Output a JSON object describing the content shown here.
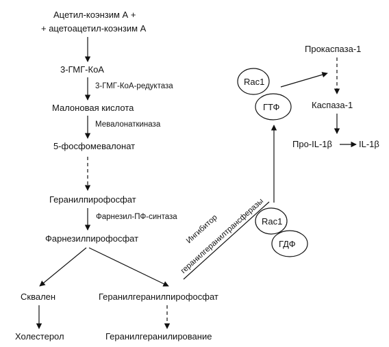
{
  "nodes": {
    "acetyl_line1": "Ацетил-коэнзим А +",
    "acetyl_line2": "+ ацетоацетил-коэнзим А",
    "hmg_coa": "3-ГМГ-КоА",
    "malonic": "Малоновая кислота",
    "phosphomevalonate": "5-фосфомевалонат",
    "geranyl_pp": "Геранилпирофосфат",
    "farnesyl_pp": "Фарнезилпирофосфат",
    "squalene": "Сквален",
    "cholesterol": "Холестерол",
    "geranylgeranyl_pp": "Геранилгеранилпирофосфат",
    "geranylgeranylation": "Геранилгеранилирование",
    "rac1_top": "Rac1",
    "gtp": "ГТФ",
    "rac1_bottom": "Rac1",
    "gdp": "ГДФ",
    "procaspase": "Прокаспаза-1",
    "caspase": "Каспаза-1",
    "pro_il": "Про-IL-1β",
    "il": "IL-1β"
  },
  "enzymes": {
    "hmg_reductase": "3-ГМГ-КоА-редуктаза",
    "mevalonate_kinase": "Мевалонаткиназа",
    "farnesyl_synthase": "Фарнезил-ПФ-синтаза"
  },
  "inhibitor": {
    "line1": "Ингибитор",
    "line2": "геранилгеранилтрансферазы"
  }
}
